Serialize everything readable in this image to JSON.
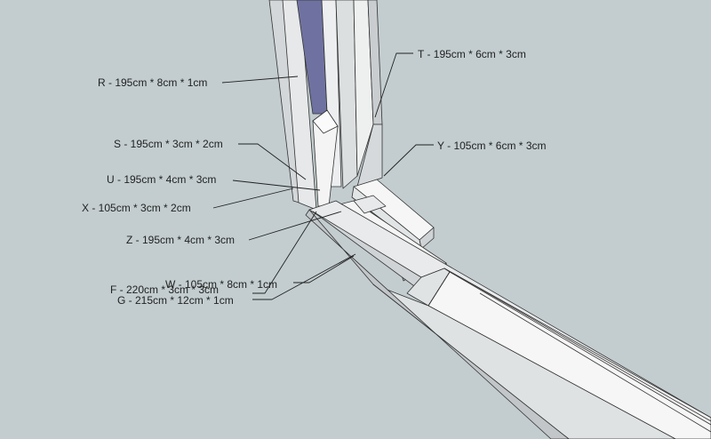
{
  "labels": {
    "r": "R - 195cm * 8cm * 1cm",
    "t": "T - 195cm * 6cm * 3cm",
    "s": "S - 195cm * 3cm * 2cm",
    "y": "Y - 105cm * 6cm * 3cm",
    "u": "U - 195cm * 4cm * 3cm",
    "x": "X - 105cm * 3cm * 2cm",
    "z": "Z - 195cm * 4cm * 3cm",
    "w": "W - 105cm * 8cm * 1cm",
    "f": "F - 220cm * 3cm * 3cm",
    "g": "G - 215cm * 12cm * 1cm"
  },
  "colors": {
    "background": "#c3cdcf",
    "wood_face": "#f2f2f2",
    "wood_side": "#d9dcdd",
    "wood_shade": "#bfc3c6",
    "glass": "#6f72a0",
    "edge": "#333333"
  }
}
